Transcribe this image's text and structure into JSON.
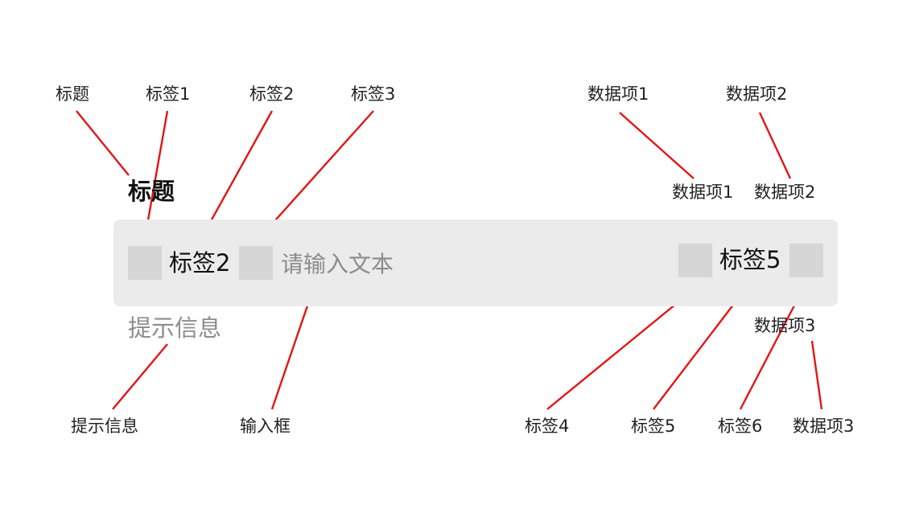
{
  "annotations": {
    "title": "标题",
    "tag1": "标签1",
    "tag2": "标签2",
    "tag3": "标签3",
    "data1": "数据项1",
    "data2": "数据项2",
    "hint": "提示信息",
    "input": "输入框",
    "tag4": "标签4",
    "tag5": "标签5",
    "tag6": "标签6",
    "data3": "数据项3"
  },
  "component": {
    "title": "标题",
    "data_items": [
      "数据项1",
      "数据项2",
      "数据项3"
    ],
    "tag2_label": "标签2",
    "tag5_label": "标签5",
    "input_placeholder": "请输入文本",
    "input_value": "",
    "hint": "提示信息"
  },
  "colors": {
    "leader": "#e21515",
    "bar_background": "#ebebeb",
    "square": "#d6d6d6",
    "placeholder_text": "#8c8c8c"
  }
}
